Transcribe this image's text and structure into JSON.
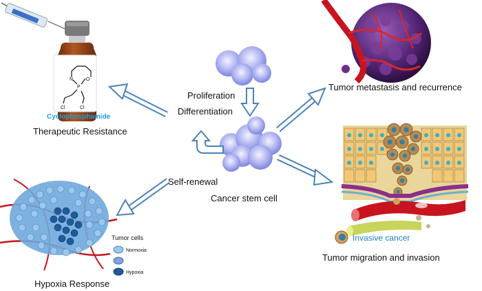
{
  "labels": {
    "drug_name": "Cyclophosphamide",
    "therapeutic": "Therapeutic Resistance",
    "proliferation": "Proliferation",
    "differentiation": "Differentiation",
    "self_renewal": "Self-renewal",
    "stem_cell": "Cancer stem cell",
    "metastasis": "Tumor metastasis and recurrence",
    "migration": "Tumor migration and invasion",
    "invasive": "Invasive cancer",
    "hypoxia": "Hypoxia Response",
    "tumor_cells": "Tumor cells",
    "normoxia": "Normoxia",
    "hypoxia_legend": "Hypoxia"
  },
  "molecule_atoms": {
    "n": "N",
    "p": "P",
    "o": "O",
    "cl1": "Cl",
    "cl2": "Cl"
  },
  "colors": {
    "arrow_stroke": "#4a82b8",
    "stem_cell": "#a8aef0",
    "bottle": "#9b4b1f",
    "cap": "#707070",
    "vessel": "#c8141e",
    "tumor_sphere": "#5a2a7a",
    "epithelium": "#e8c070",
    "hypoxia_cell": "#3a78b8",
    "drug_text": "#1e9be6",
    "invasive_text": "#1e7ec8"
  }
}
